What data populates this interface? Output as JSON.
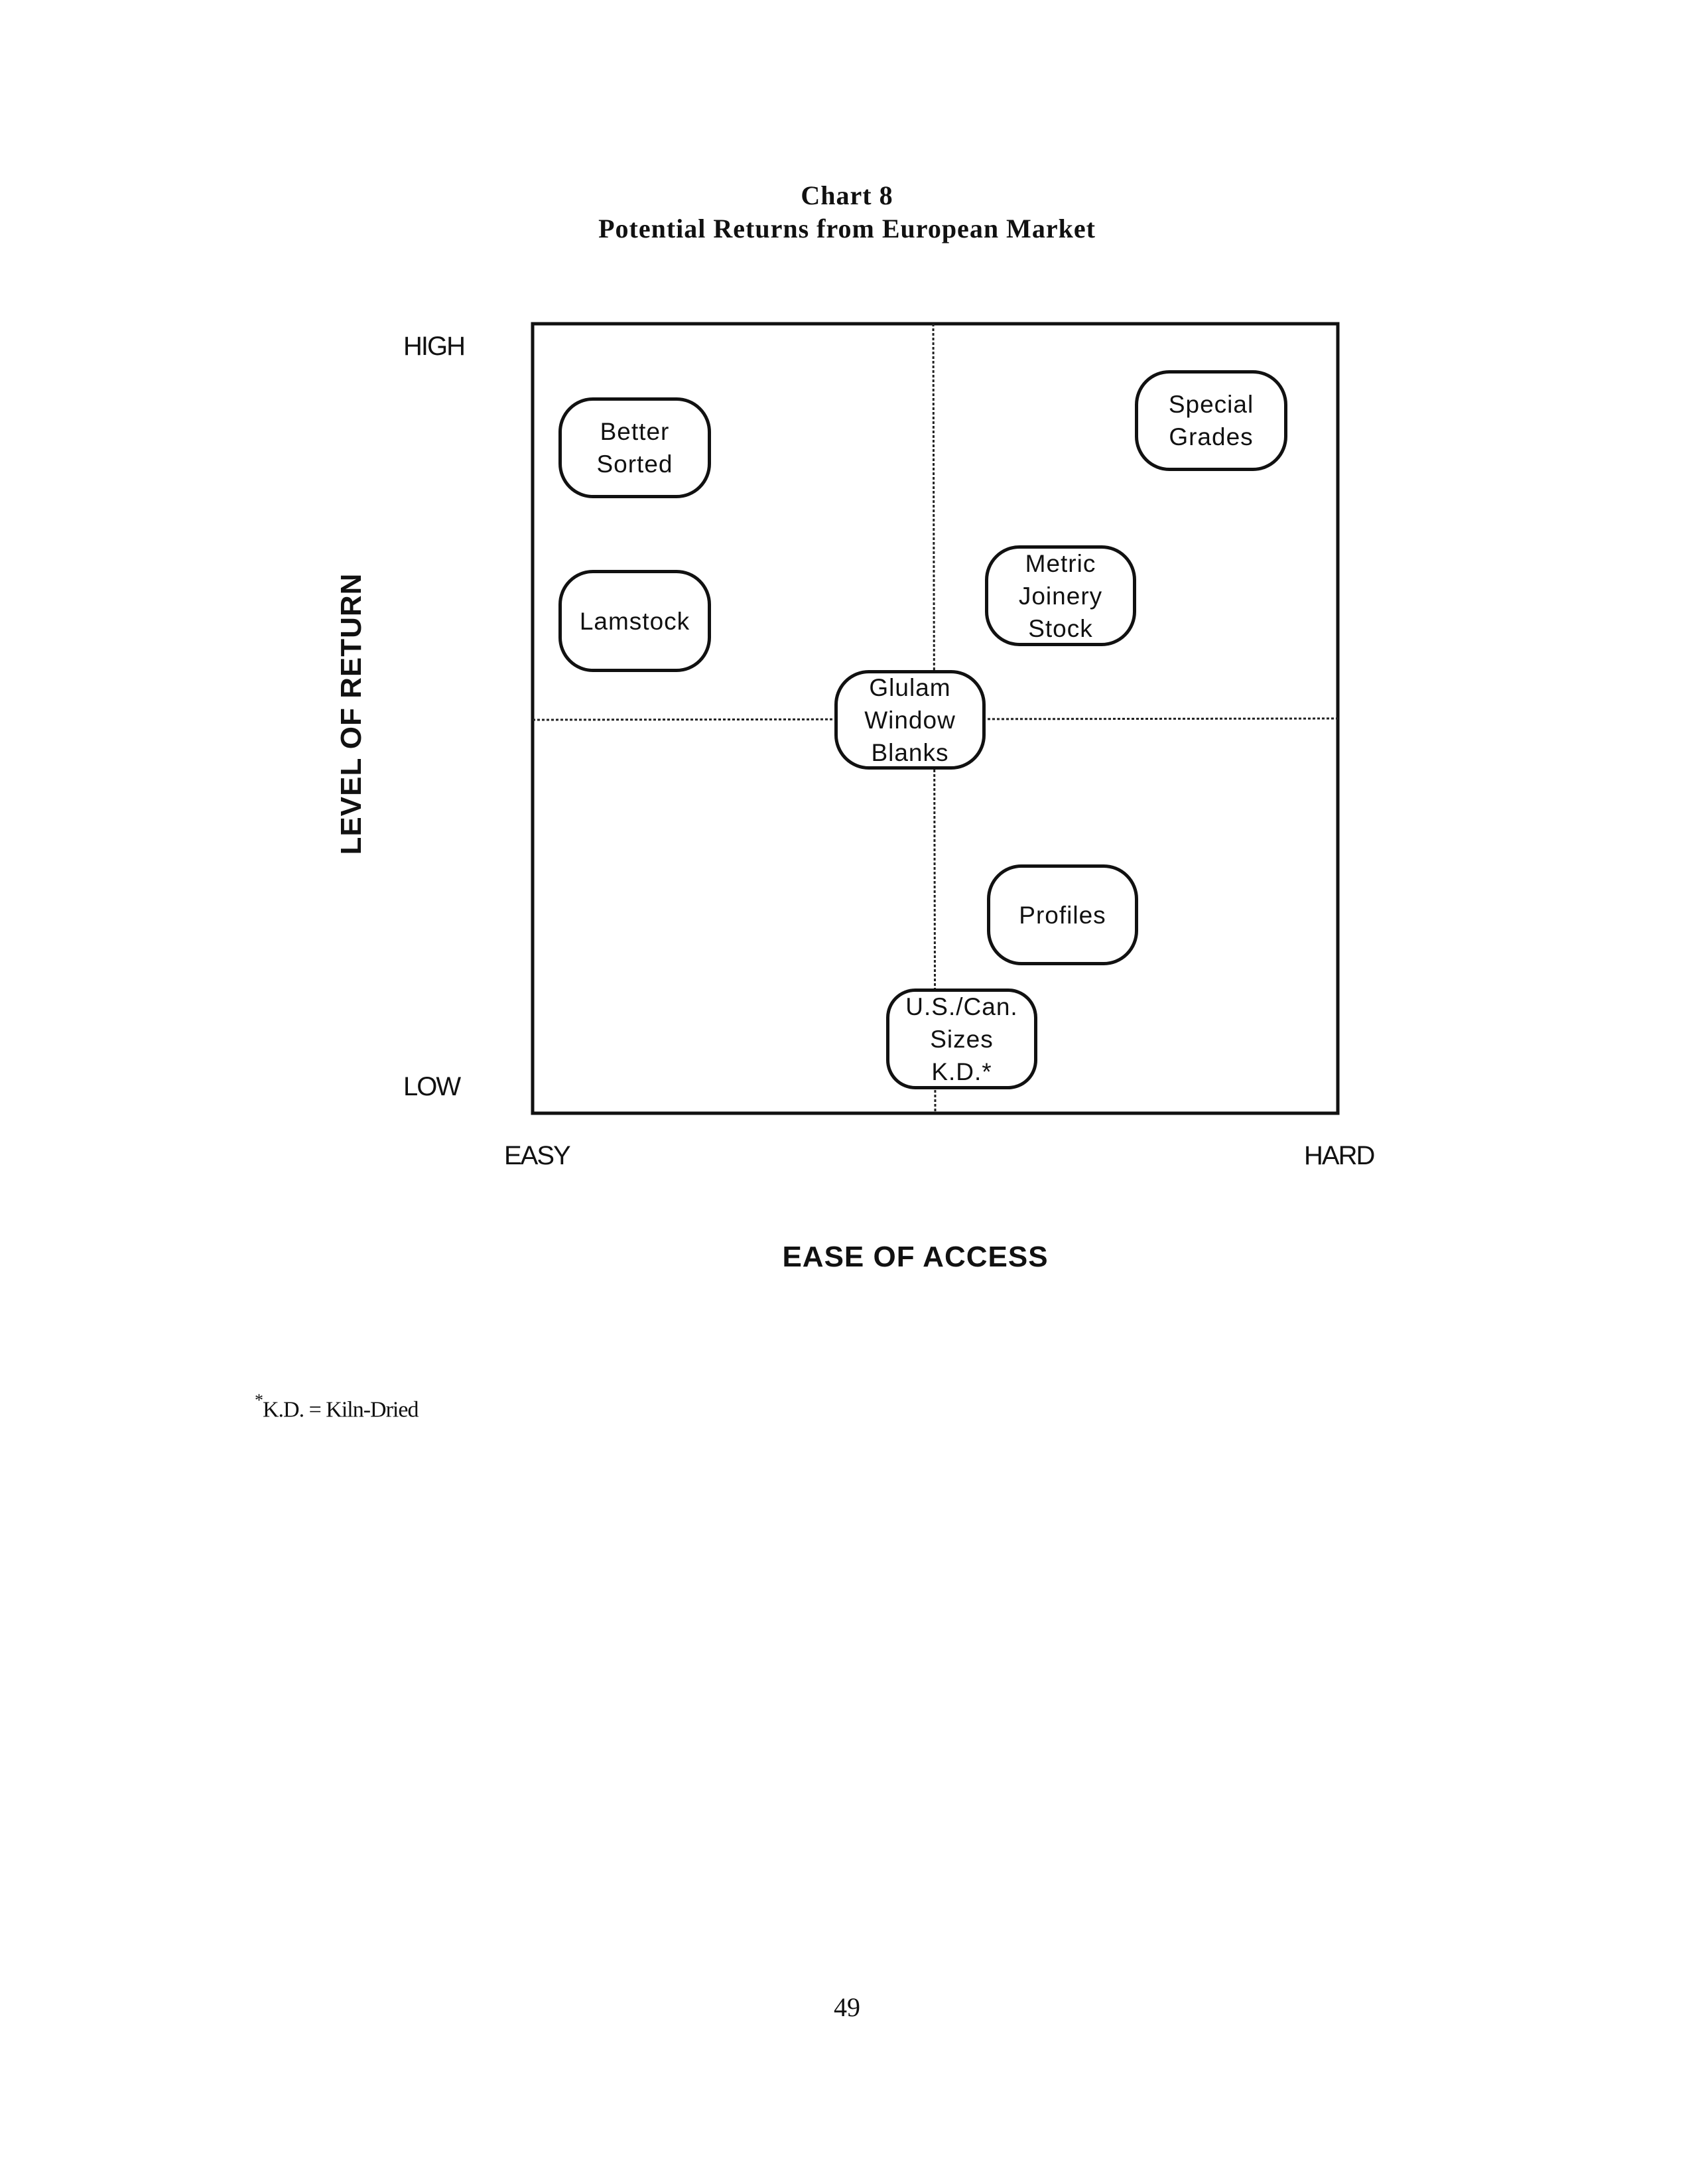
{
  "chart": {
    "title": "Chart 8",
    "subtitle": "Potential Returns from European Market"
  },
  "axes": {
    "y_title": "LEVEL OF RETURN",
    "y_high": "HIGH",
    "y_low": "LOW",
    "x_title": "EASE OF ACCESS",
    "x_easy": "EASY",
    "x_hard": "HARD"
  },
  "nodes": {
    "better_sorted": "Better\nSorted",
    "lamstock": "Lamstock",
    "special_grades": "Special\nGrades",
    "metric_joinery": "Metric\nJoinery\nStock",
    "glulam": "Glulam\nWindow\nBlanks",
    "profiles": "Profiles",
    "uscan": "U.S./Can.\nSizes\nK.D.*"
  },
  "footnote": {
    "marker": "*",
    "text": "K.D. = Kiln-Dried"
  },
  "page_number": "49"
}
